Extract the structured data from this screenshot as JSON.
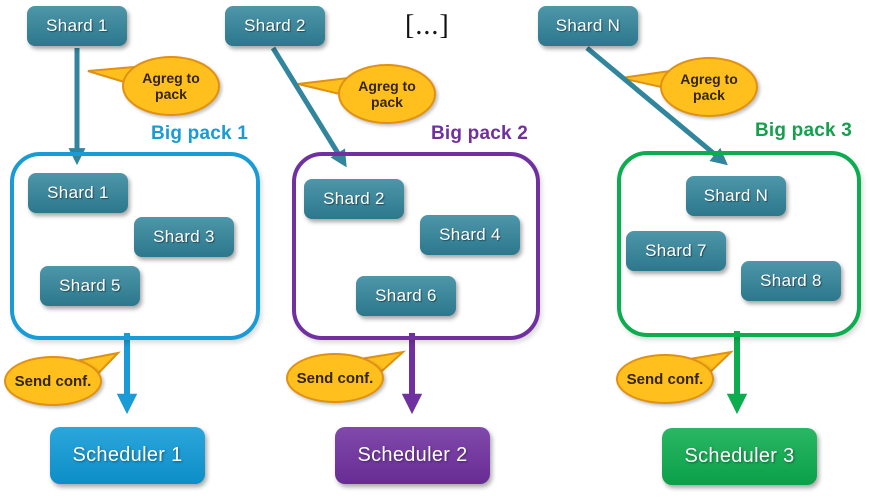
{
  "ellipsis_label": "[...]",
  "colors": {
    "shard_teal": "#31859C",
    "bubble_fill": "#FFC01E",
    "bubble_border": "#E09112",
    "column1_accent": "#189BD7",
    "column2_accent": "#7030A0",
    "column3_accent": "#0CAD4F"
  },
  "columns": [
    {
      "top_shard": "Shard 1",
      "agreg_bubble": "Agreg to pack",
      "pack_label": "Big pack 1",
      "pack_shards": [
        "Shard 1",
        "Shard 3",
        "Shard 5"
      ],
      "send_bubble": "Send conf.",
      "scheduler": "Scheduler 1"
    },
    {
      "top_shard": "Shard 2",
      "agreg_bubble": "Agreg to pack",
      "pack_label": "Big pack 2",
      "pack_shards": [
        "Shard 2",
        "Shard 4",
        "Shard 6"
      ],
      "send_bubble": "Send conf.",
      "scheduler": "Scheduler 2"
    },
    {
      "top_shard": "Shard N",
      "agreg_bubble": "Agreg to pack",
      "pack_label": "Big pack 3",
      "pack_shards": [
        "Shard N",
        "Shard 7",
        "Shard 8"
      ],
      "send_bubble": "Send conf.",
      "scheduler": "Scheduler 3"
    }
  ]
}
